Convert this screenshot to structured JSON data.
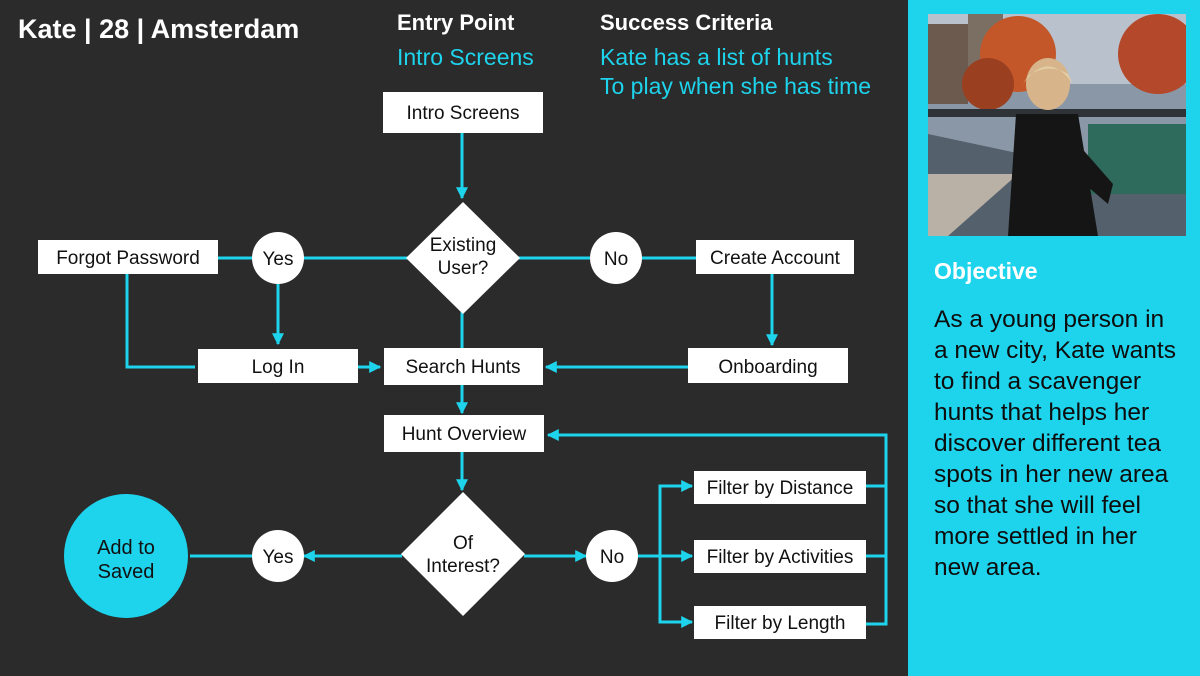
{
  "header": {
    "persona": "Kate | 28 | Amsterdam",
    "entry_point_title": "Entry Point",
    "entry_point_value": "Intro Screens",
    "success_title": "Success Criteria",
    "success_lines": [
      "Kate has a list of hunts",
      "To play when she has time"
    ]
  },
  "flow": {
    "intro_screens": "Intro Screens",
    "existing_user": [
      "Existing",
      "User?"
    ],
    "yes_top": "Yes",
    "no_top": "No",
    "forgot_password": "Forgot Password",
    "create_account": "Create Account",
    "log_in": "Log In",
    "search_hunts": "Search Hunts",
    "onboarding": "Onboarding",
    "hunt_overview": "Hunt Overview",
    "of_interest": [
      "Of",
      "Interest?"
    ],
    "yes_bottom": "Yes",
    "no_bottom": "No",
    "add_to_saved": [
      "Add to",
      "Saved"
    ],
    "filter_distance": "Filter by Distance",
    "filter_activities": "Filter by Activities",
    "filter_length": "Filter by Length"
  },
  "colors": {
    "accent": "#1ed3ec",
    "background": "#2b2b2b",
    "node_fill": "#ffffff"
  },
  "panel": {
    "photo_icon": "persona-photo",
    "objective_title": "Objective",
    "objective_text": "As a young person in a new city, Kate wants to find a scavenger hunts that helps her discover different tea spots in her new area so that she will feel more settled in her new area."
  }
}
